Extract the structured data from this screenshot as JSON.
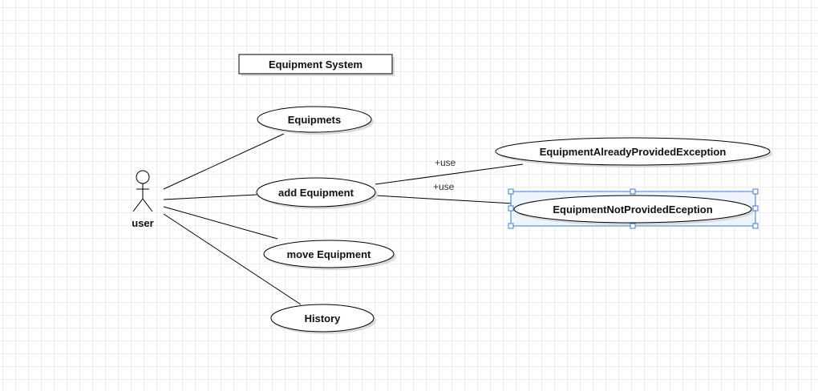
{
  "diagram": {
    "system": {
      "title": "Equipment System"
    },
    "actor": {
      "label": "user"
    },
    "use_cases": [
      {
        "id": "uc-equipmets",
        "label": "Equipmets"
      },
      {
        "id": "uc-add-equipment",
        "label": "add Equipment"
      },
      {
        "id": "uc-move-equipment",
        "label": "move Equipment"
      },
      {
        "id": "uc-history",
        "label": "History"
      },
      {
        "id": "uc-already-provided",
        "label": "EquipmentAlreadyProvidedException"
      },
      {
        "id": "uc-not-provided",
        "label": "EquipmentNotProvidedEception",
        "selected": true
      }
    ],
    "relations": [
      {
        "from": "user",
        "to": "Equipmets",
        "label": ""
      },
      {
        "from": "user",
        "to": "add Equipment",
        "label": ""
      },
      {
        "from": "user",
        "to": "move Equipment",
        "label": ""
      },
      {
        "from": "user",
        "to": "History",
        "label": ""
      },
      {
        "from": "add Equipment",
        "to": "EquipmentAlreadyProvidedException",
        "label": "+use"
      },
      {
        "from": "add Equipment",
        "to": "EquipmentNotProvidedEception",
        "label": "+use"
      }
    ],
    "colors": {
      "stroke": "#000000",
      "shadow": "#d9d9d9",
      "selection": "#3a7bd5",
      "selection_fill": "#eef4fc"
    }
  }
}
